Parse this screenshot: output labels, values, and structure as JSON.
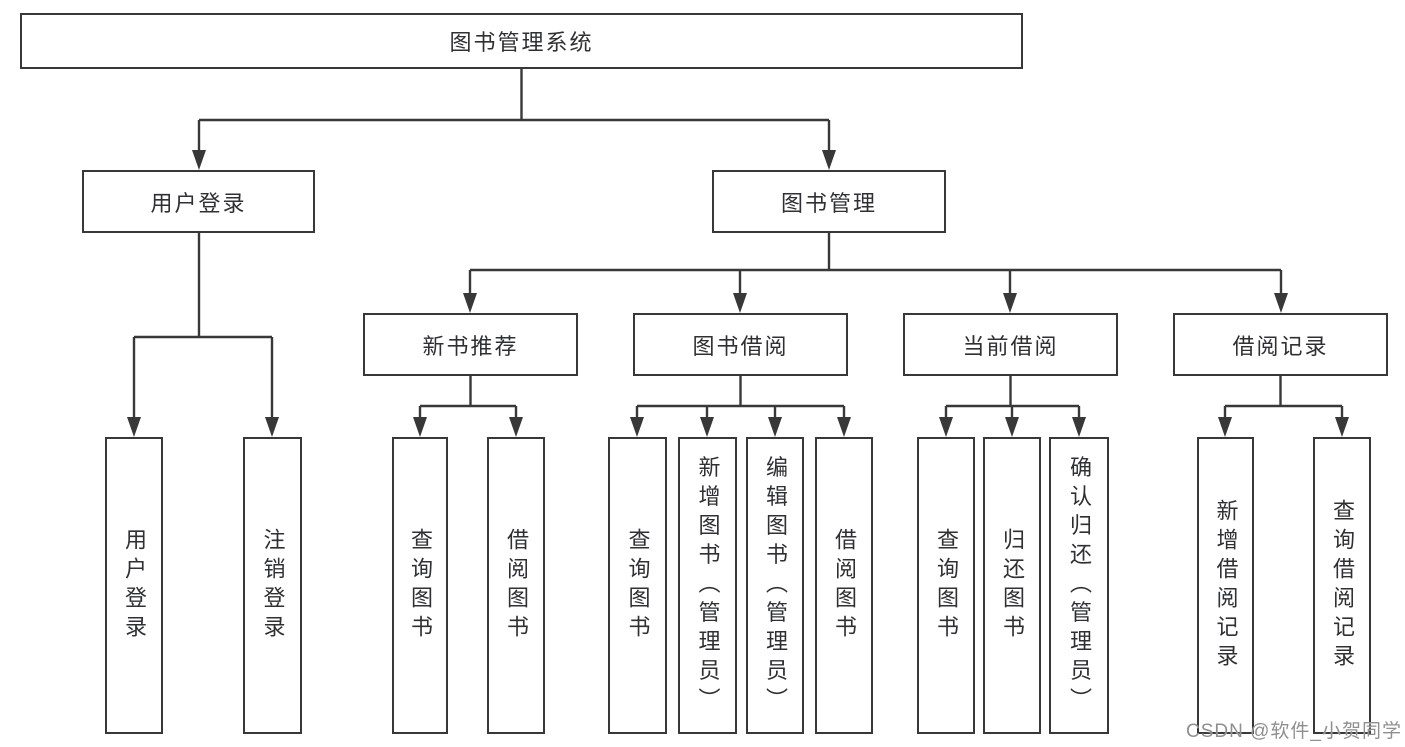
{
  "tree": {
    "root": {
      "label": "图书管理系统",
      "children": [
        {
          "label": "用户登录",
          "children": [
            {
              "label": "用户登录"
            },
            {
              "label": "注销登录"
            }
          ]
        },
        {
          "label": "图书管理",
          "children": [
            {
              "label": "新书推荐",
              "children": [
                {
                  "label": "查询图书"
                },
                {
                  "label": "借阅图书"
                }
              ]
            },
            {
              "label": "图书借阅",
              "children": [
                {
                  "label": "查询图书"
                },
                {
                  "label": "新增图书（管理员）"
                },
                {
                  "label": "编辑图书（管理员）"
                },
                {
                  "label": "借阅图书"
                }
              ]
            },
            {
              "label": "当前借阅",
              "children": [
                {
                  "label": "查询图书"
                },
                {
                  "label": "归还图书"
                },
                {
                  "label": "确认归还（管理员）"
                }
              ]
            },
            {
              "label": "借阅记录",
              "children": [
                {
                  "label": "新增借阅记录"
                },
                {
                  "label": "查询借阅记录"
                }
              ]
            }
          ]
        }
      ]
    }
  },
  "watermark": {
    "text": "CSDN @软件_小贺同学"
  },
  "colors": {
    "line": "#383838",
    "text": "#2f3033",
    "watermark": "#8f8f8f"
  }
}
